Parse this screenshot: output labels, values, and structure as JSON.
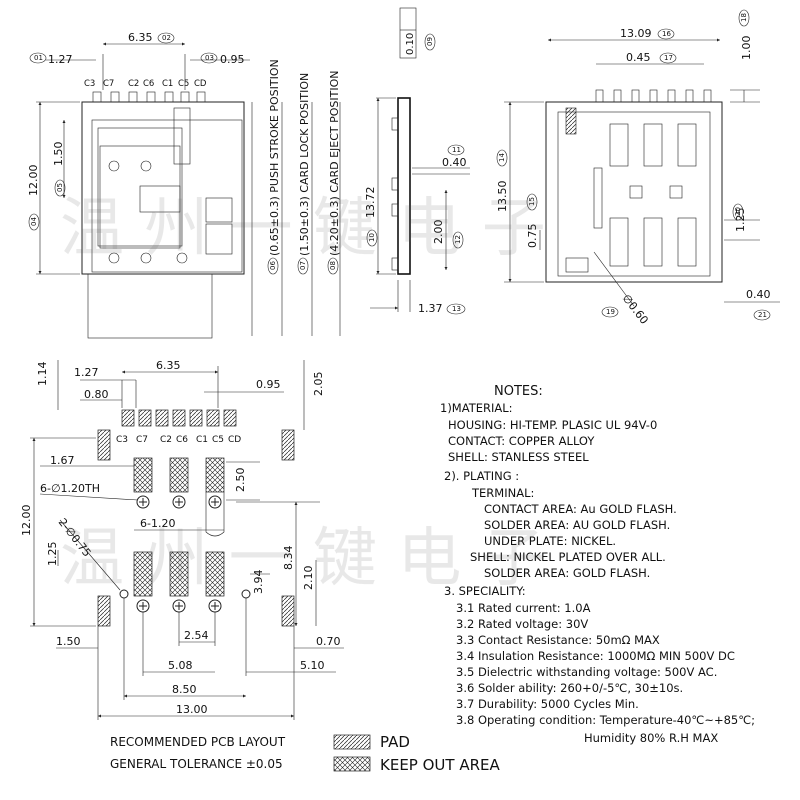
{
  "top_view": {
    "dims": {
      "d1": "1.27",
      "d2": "6.35",
      "d3": "0.95",
      "d4": "12.00",
      "d5": "1.50",
      "d6": "(0.65±0.3) PUSH STROKE POSITION",
      "d7": "(1.50±0.3) CARD LOCK POSITION",
      "d8": "(4.20±0.3) CARD EJECT POSITION"
    },
    "tags": {
      "t1": "01",
      "t2": "02",
      "t3": "03",
      "t4": "04",
      "t5": "05",
      "t6": "06",
      "t7": "07",
      "t8": "08"
    },
    "contacts": [
      "C3",
      "C7",
      "C2",
      "C6",
      "C1",
      "C5",
      "CD"
    ]
  },
  "side_view": {
    "dims": {
      "d9": "0.10",
      "d10": "13.72",
      "d11": "0.40",
      "d12": "2.00",
      "d13": "1.37"
    },
    "tags": {
      "t9": "09",
      "t10": "10",
      "t11": "11",
      "t12": "12",
      "t13": "13"
    }
  },
  "bottom_view": {
    "dims": {
      "d14": "13.50",
      "d15": "0.75",
      "d16": "13.09",
      "d17": "0.45",
      "d18": "1.00",
      "d19": "∅0.60",
      "d20": "1.25",
      "d21": "0.40"
    },
    "tags": {
      "t14": "14",
      "t15": "15",
      "t16": "16",
      "t17": "17",
      "t18": "18",
      "t19": "19",
      "t20": "20",
      "t21": "21"
    }
  },
  "pcb_layout": {
    "dims": {
      "top_1_14": "1.14",
      "top_1_27": "1.27",
      "top_6_35": "6.35",
      "top_0_80": "0.80",
      "top_0_95": "0.95",
      "top_2_05": "2.05",
      "left_12_00": "12.00",
      "left_1_67": "1.67",
      "holes": "6-∅1.20TH",
      "holes_pitch": "6-1.20",
      "holes_2": "2-∅0.75",
      "left_1_25": "1.25",
      "r_2_50": "2.50",
      "r_8_34": "8.34",
      "r_2_10": "2.10",
      "r_3_94": "3.94",
      "b_2_54": "2.54",
      "b_1_50": "1.50",
      "b_0_70": "0.70",
      "b_5_08": "5.08",
      "b_5_10": "5.10",
      "b_8_50": "8.50",
      "b_13_00": "13.00"
    },
    "contacts": [
      "C3",
      "C7",
      "C2",
      "C6",
      "C1",
      "C5",
      "CD"
    ],
    "caption_1": "RECOMMENDED PCB LAYOUT",
    "caption_2": "GENERAL TOLERANCE ±0.05",
    "legend_pad": "PAD",
    "legend_keepout": "KEEP OUT AREA"
  },
  "notes": {
    "title": "NOTES:",
    "lines": [
      "1)MATERIAL:",
      "HOUSING: HI-TEMP. PLASIC UL 94V-0",
      "CONTACT: COPPER ALLOY",
      "SHELL: STANLESS STEEL",
      "2). PLATING :",
      "TERMINAL:",
      "CONTACT AREA: Au GOLD FLASH.",
      "SOLDER AREA: AU GOLD FLASH.",
      "UNDER PLATE: NICKEL.",
      "SHELL: NICKEL PLATED OVER ALL.",
      "SOLDER AREA: GOLD FLASH.",
      "3. SPECIALITY:",
      "3.1 Rated current: 1.0A",
      "3.2 Rated voltage: 30V",
      "3.3 Contact Resistance: 50mΩ MAX",
      "3.4 Insulation Resistance: 1000MΩ MIN 500V DC",
      "3.5 Dielectric withstanding voltage: 500V AC.",
      "3.6 Solder ability: 260+0/-5℃, 30±10s.",
      "3.7 Durability: 5000 Cycles Min.",
      "3.8 Operating condition: Temperature-40℃~+85℃;",
      "Humidity 80% R.H MAX"
    ]
  },
  "watermark": {
    "line1": "温 州 一 键 电 子",
    "line2": "温 州 一 键 电 子"
  }
}
